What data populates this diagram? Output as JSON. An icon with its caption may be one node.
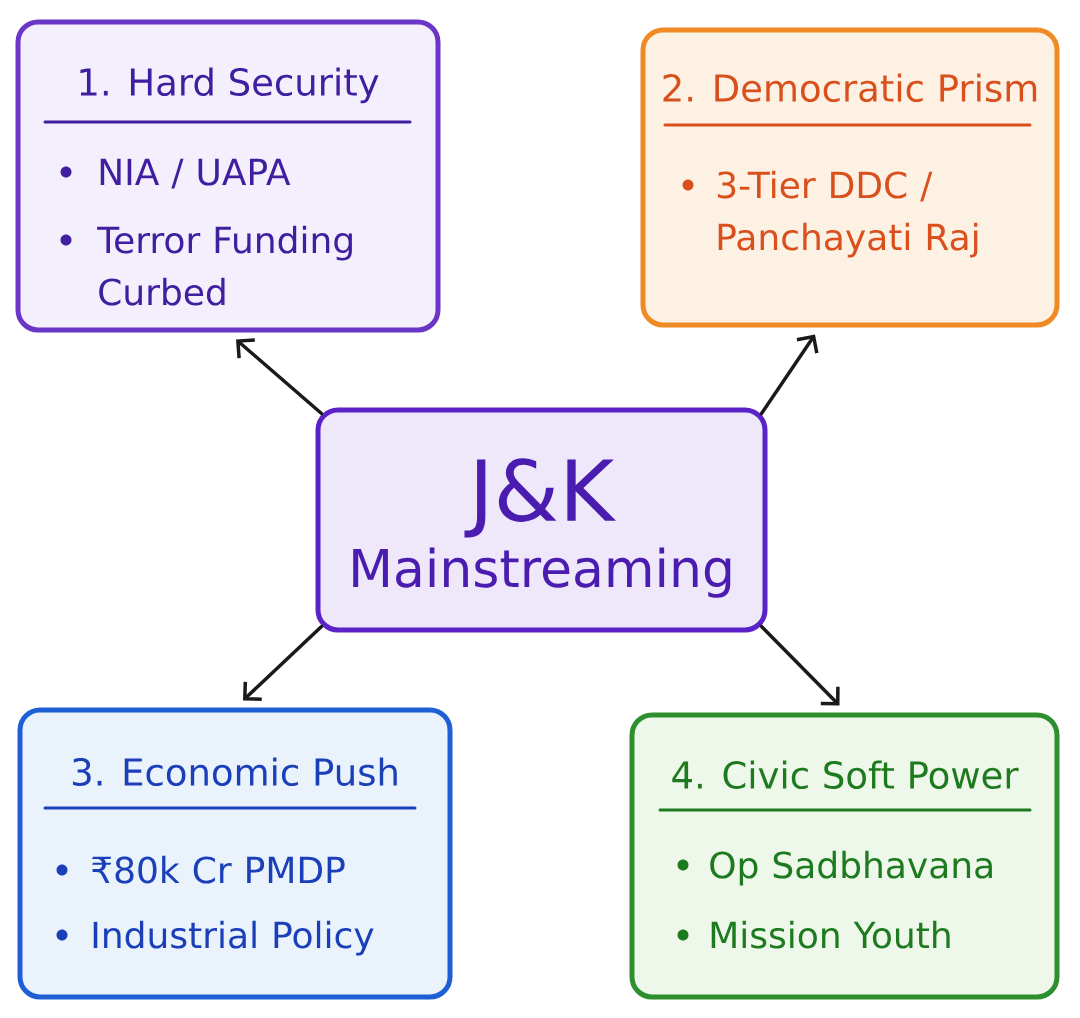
{
  "diagram": {
    "nodes": [
      {
        "text": [
          "1. Hard Security",
          "NIA / UAPA",
          "Terror Funding Curbed"
        ]
      },
      {
        "text": [
          "2. Democratic Prism",
          "3-Tier DDC / Panchayati Raj"
        ]
      },
      {
        "text": [
          "J&K",
          "Mainstreaming"
        ]
      },
      {
        "text": [
          "3. Economic Push",
          "₹80k Cr PMDP",
          "Industrial Policy"
        ]
      },
      {
        "text": [
          "4. Civic Soft Power",
          "Op Sadbhavana",
          "Mission Youth"
        ]
      }
    ],
    "edges": [
      {
        "from": 2,
        "to": 0,
        "arrow": "to"
      },
      {
        "from": 2,
        "to": 1,
        "arrow": "to"
      },
      {
        "from": 2,
        "to": 3,
        "arrow": "to"
      },
      {
        "from": 2,
        "to": 4,
        "arrow": "to"
      }
    ]
  }
}
